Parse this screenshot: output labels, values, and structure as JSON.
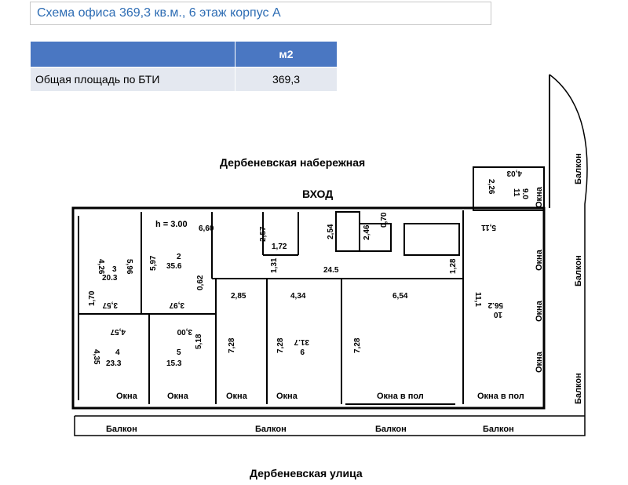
{
  "title": "Схема офиса 369,3 кв.м., 6 этаж корпус А",
  "table": {
    "header_empty": "",
    "header_unit": "м2",
    "row_label": "Общая площадь по БТИ",
    "row_value": "369,3"
  },
  "plan": {
    "street_top": "Дербеневская набережная",
    "street_bottom": "Дербеневская улица",
    "entrance": "ВХОД",
    "height": "h = 3.00",
    "balcony": "Балкон",
    "windows": "Окна",
    "floor_windows": "Окна в пол",
    "dims": {
      "d426": "4,26",
      "d660": "6,60",
      "d257": "2,57",
      "d254": "2,54",
      "d246": "2,46",
      "d070": "0,70",
      "d172": "1,72",
      "d131": "1,31",
      "d245": "24.5",
      "d128": "1,28",
      "d285": "2,85",
      "d434": "4,34",
      "d654": "6,54",
      "d596": "5,96",
      "d597": "5,97",
      "d062": "0,62",
      "d170": "1,70",
      "d357": "3,57",
      "d397": "3,97",
      "d457": "4,57",
      "d300": "3,00",
      "d435": "4,35",
      "d518": "5,18",
      "d728a": "7,28",
      "d728b": "7,28",
      "d728c": "7,28",
      "d1111": "11,1",
      "d511": "5,11",
      "d226": "2,26",
      "d403": "4,03"
    },
    "rooms": {
      "r3": "3",
      "r3a": "20.3",
      "r2": "2",
      "r2a": "35.6",
      "r4": "4",
      "r4a": "23.3",
      "r5": "5",
      "r5a": "15.3",
      "r9": "9",
      "r9a": "31.7",
      "r10": "10",
      "r10a": "56.2",
      "r11": "11",
      "r11a": "9.0"
    }
  }
}
